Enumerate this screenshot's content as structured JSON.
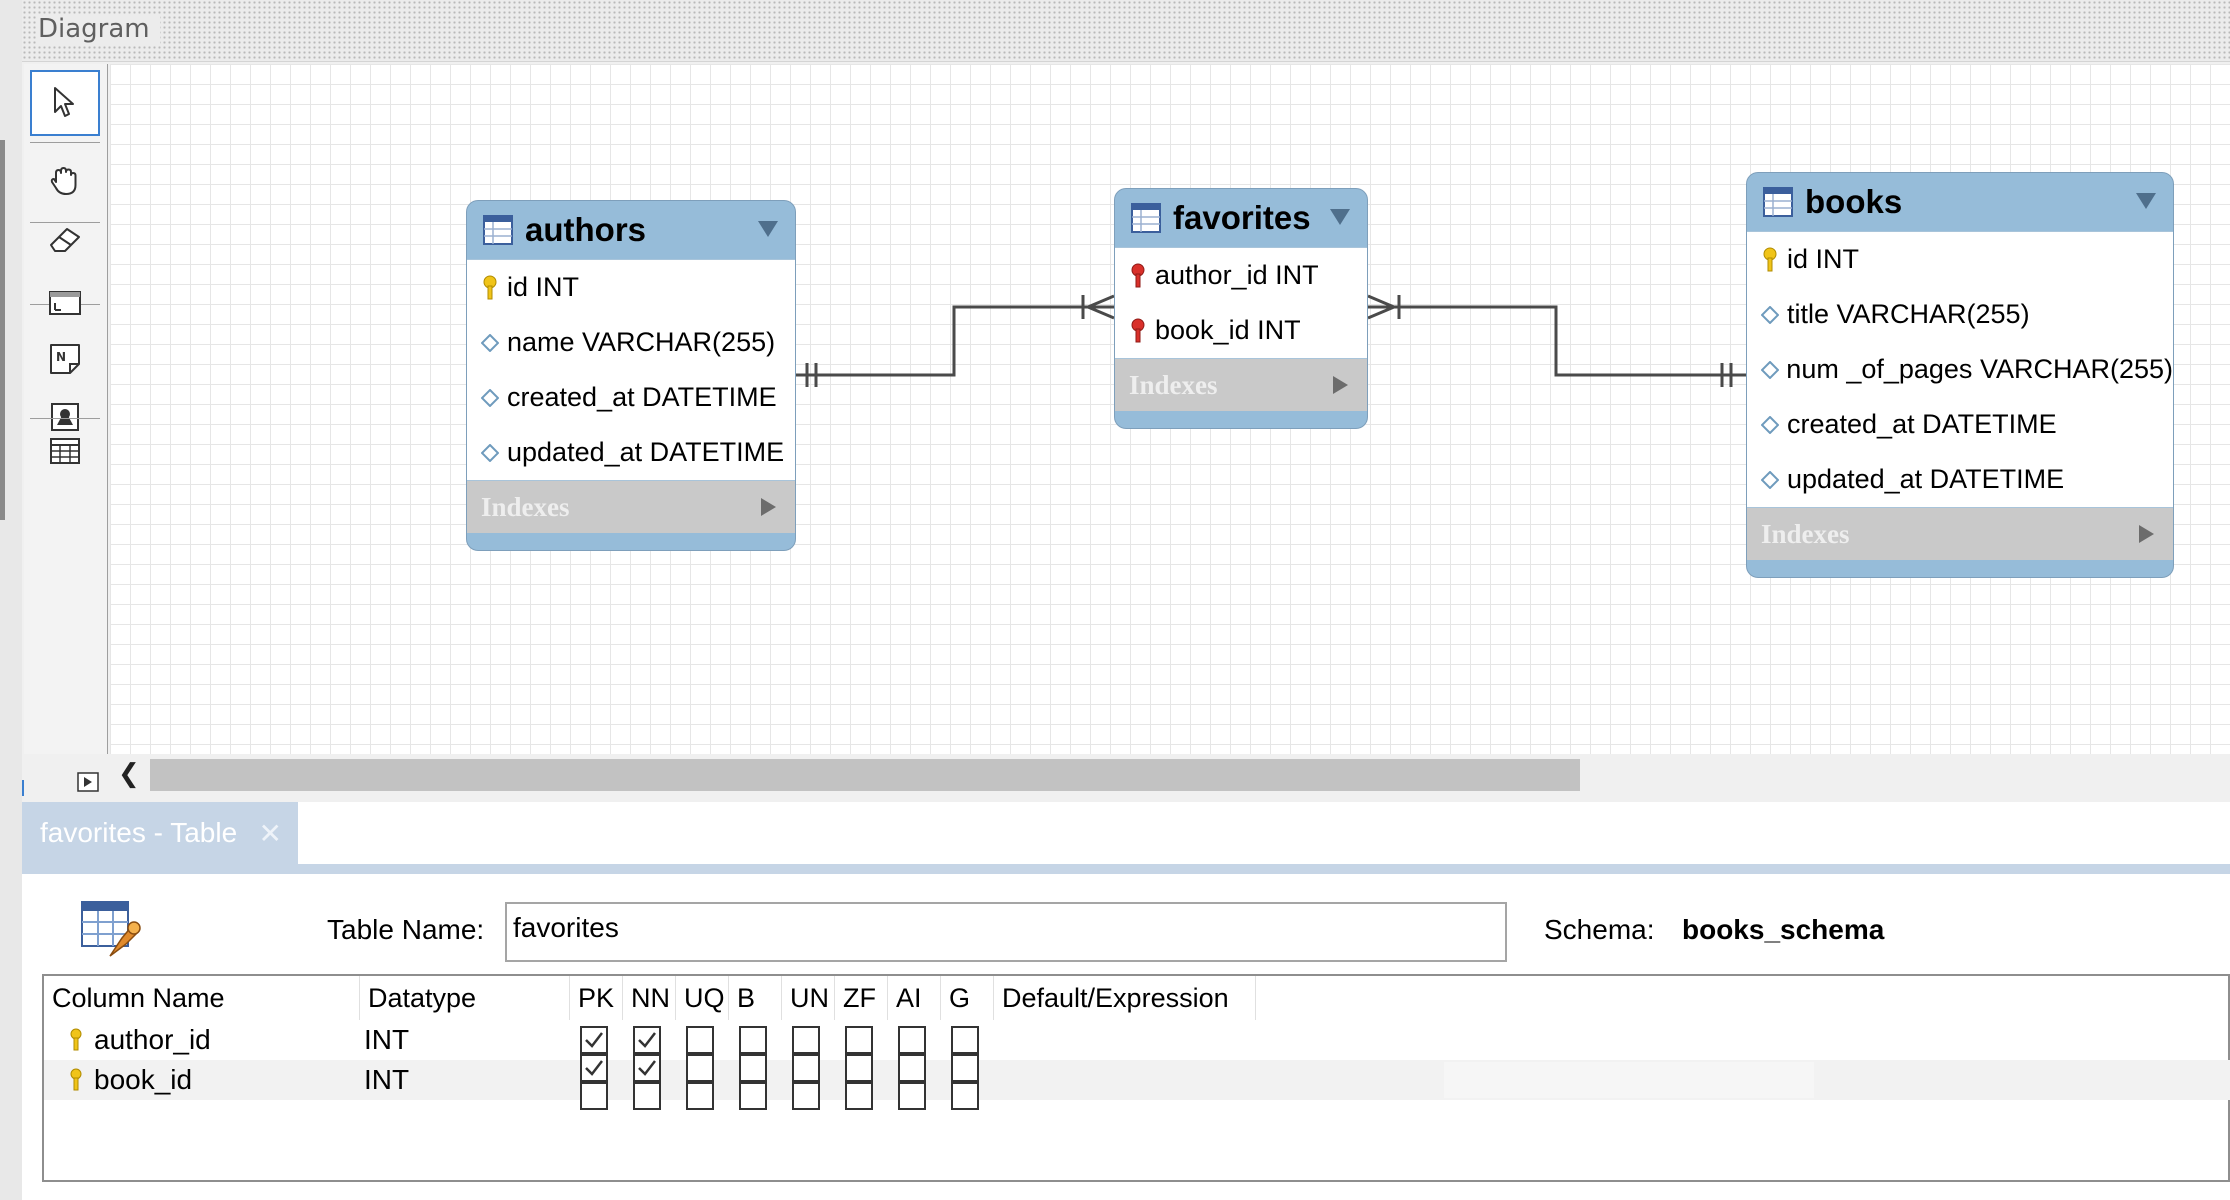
{
  "header": {
    "title": "Diagram"
  },
  "toolbar": {
    "tools": [
      {
        "name": "pointer-icon",
        "active": true
      },
      {
        "name": "hand-icon",
        "active": false
      },
      {
        "name": "eraser-icon",
        "active": false
      },
      {
        "name": "layer-icon",
        "active": false
      },
      {
        "name": "note-icon",
        "active": false
      },
      {
        "name": "image-icon",
        "active": false
      },
      {
        "name": "table-icon",
        "active": false
      }
    ]
  },
  "diagram": {
    "tables": {
      "authors": {
        "name": "authors",
        "columns": [
          {
            "text": "id INT",
            "key": "primary"
          },
          {
            "text": "name VARCHAR(255)",
            "key": "none"
          },
          {
            "text": "created_at DATETIME",
            "key": "none"
          },
          {
            "text": "updated_at DATETIME",
            "key": "none"
          }
        ],
        "indexes_label": "Indexes"
      },
      "favorites": {
        "name": "favorites",
        "columns": [
          {
            "text": "author_id INT",
            "key": "foreign-primary"
          },
          {
            "text": "book_id INT",
            "key": "foreign-primary"
          }
        ],
        "indexes_label": "Indexes"
      },
      "books": {
        "name": "books",
        "columns": [
          {
            "text": "id INT",
            "key": "primary"
          },
          {
            "text": "title VARCHAR(255)",
            "key": "none"
          },
          {
            "text": "num _of_pages VARCHAR(255)",
            "key": "none"
          },
          {
            "text": "created_at DATETIME",
            "key": "none"
          },
          {
            "text": "updated_at DATETIME",
            "key": "none"
          }
        ],
        "indexes_label": "Indexes"
      }
    },
    "relationships": [
      {
        "from": "authors",
        "to": "favorites",
        "type": "one-to-many"
      },
      {
        "from": "books",
        "to": "favorites",
        "type": "one-to-many"
      }
    ]
  },
  "editor": {
    "tab_label": "favorites - Table",
    "table_name_label": "Table Name:",
    "table_name_value": "favorites",
    "schema_label": "Schema:",
    "schema_value": "books_schema",
    "grid": {
      "headers": [
        "Column Name",
        "Datatype",
        "PK",
        "NN",
        "UQ",
        "B",
        "UN",
        "ZF",
        "AI",
        "G",
        "Default/Expression"
      ],
      "rows": [
        {
          "name": "author_id",
          "datatype": "INT",
          "flags": [
            true,
            true,
            false,
            false,
            false,
            false,
            false,
            false
          ],
          "default": ""
        },
        {
          "name": "book_id",
          "datatype": "INT",
          "flags": [
            true,
            true,
            false,
            false,
            false,
            false,
            false,
            false
          ],
          "default": ""
        }
      ]
    }
  },
  "colors": {
    "entity_header": "#96bcd9",
    "indexes_bar": "#c9c9c9",
    "tab_background": "#c6d5e6",
    "active_tool_border": "#3a7fd0",
    "primary_key": "#f0c419",
    "foreign_key": "#d9302a"
  }
}
